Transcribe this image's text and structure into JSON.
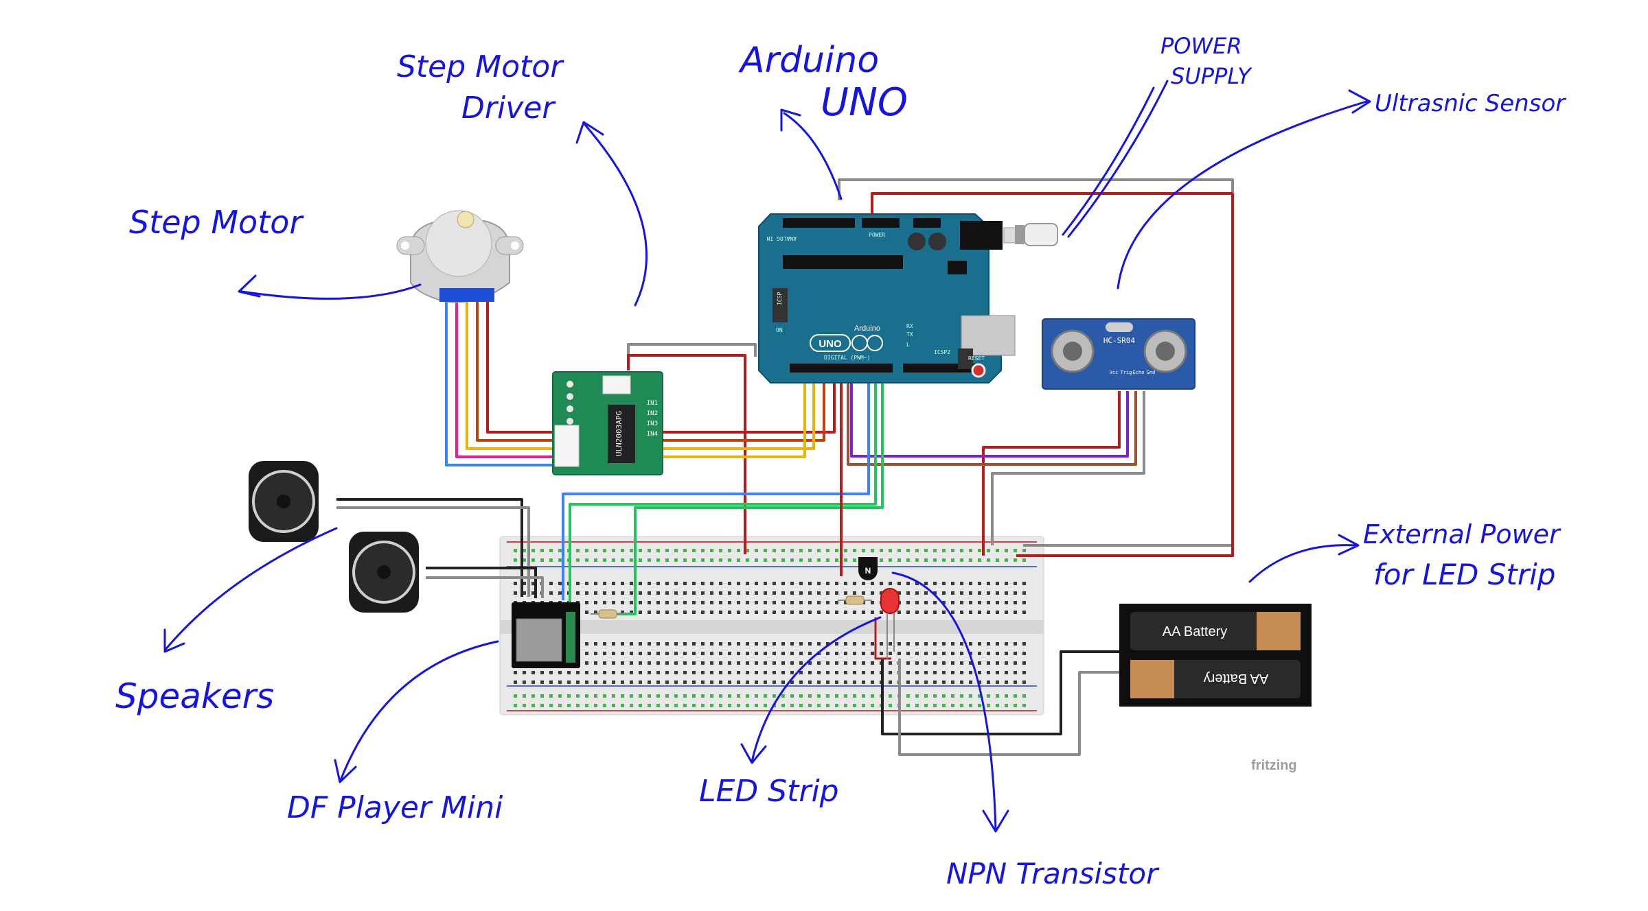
{
  "annotations": {
    "step_motor": "Step Motor",
    "step_motor_driver_line1": "Step Motor",
    "step_motor_driver_line2": "Driver",
    "arduino_line1": "Arduino",
    "arduino_line2": "UNO",
    "power_supply_line1": "POWER",
    "power_supply_line2": "SUPPLY",
    "ultrasonic_sensor": "Ultrasnic Sensor",
    "external_power_line1": "External Power",
    "external_power_line2": "for LED Strip",
    "speakers": "Speakers",
    "df_player": "DF Player Mini",
    "led_strip": "LED Strip",
    "npn_transistor": "NPN Transistor"
  },
  "components": {
    "driver_chip": "ULN2003APG",
    "driver_pins": [
      "IN1",
      "IN2",
      "IN3",
      "IN4"
    ],
    "sensor_model": "HC-SR04",
    "sensor_pins": [
      "Vcc",
      "Trig",
      "Echo",
      "Gnd"
    ],
    "battery_label": "AA Battery",
    "arduino_brand": "Arduino",
    "arduino_model": "UNO",
    "arduino_header_power": "POWER",
    "arduino_header_analog": "ANALOG IN",
    "arduino_header_digital": "DIGITAL (PWM~)",
    "arduino_icsp": "ICSP",
    "arduino_icsp2": "ICSP2",
    "arduino_reset": "RESET",
    "arduino_leds": [
      "TX",
      "RX",
      "L",
      "ON"
    ],
    "transistor_mark": "N"
  },
  "footer": {
    "watermark": "fritzing"
  },
  "colors": {
    "ink": "#1414e6",
    "arduino": "#1a6e8e",
    "driver_pcb": "#1f8a54",
    "wire_red": "#b91c1c",
    "wire_green": "#22c55e",
    "wire_blue": "#3b82f6",
    "wire_yellow": "#eab308",
    "wire_orange": "#c2410c",
    "wire_purple": "#7e22ce",
    "wire_gray": "#8a8a8a"
  }
}
